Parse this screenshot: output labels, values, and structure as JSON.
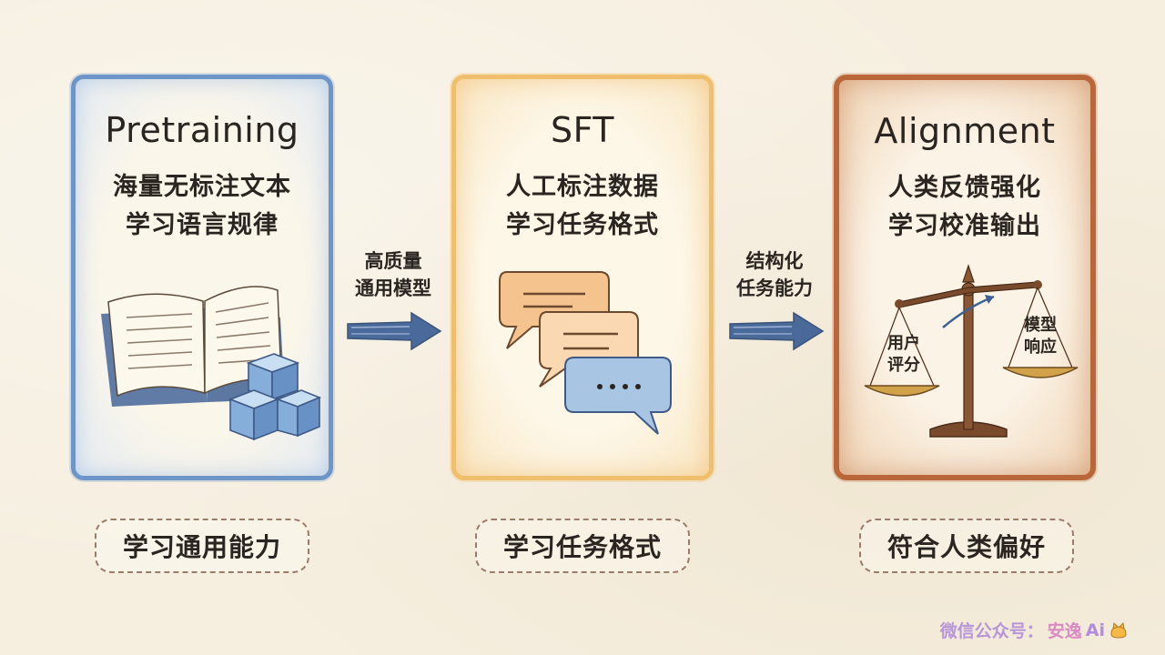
{
  "stages": [
    {
      "title": "Pretraining",
      "line1": "海量无标注文本",
      "line2": "学习语言规律",
      "summary": "学习通用能力"
    },
    {
      "title": "SFT",
      "line1": "人工标注数据",
      "line2": "学习任务格式",
      "summary": "学习任务格式"
    },
    {
      "title": "Alignment",
      "line1": "人类反馈强化",
      "line2": "学习校准输出",
      "summary": "符合人类偏好"
    }
  ],
  "arrows": [
    {
      "line1": "高质量",
      "line2": "通用模型"
    },
    {
      "line1": "结构化",
      "line2": "任务能力"
    }
  ],
  "scale": {
    "left_label_1": "用户",
    "left_label_2": "评分",
    "right_label_1": "模型",
    "right_label_2": "响应"
  },
  "watermark": {
    "prefix": "微信公众号：",
    "name": "安逸",
    "ai": "Ai"
  },
  "colors": {
    "pretraining": "#6e95c8",
    "sft": "#f0bf6e",
    "alignment": "#b9673a",
    "arrow": "#3c5f95"
  }
}
